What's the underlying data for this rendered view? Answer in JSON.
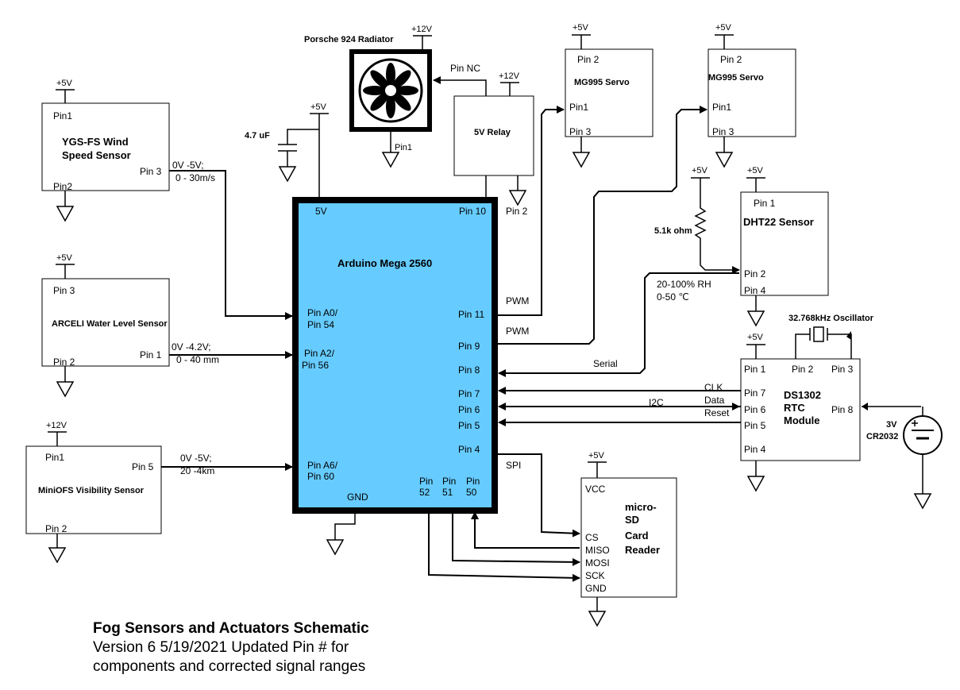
{
  "title": "Fog Sensors and Actuators Schematic",
  "subtitle_lines": [
    "Version 6 5/19/2021 Updated Pin # for",
    "components and corrected signal ranges"
  ],
  "power": {
    "p5v": "+5V",
    "p12v": "+12V"
  },
  "arduino": {
    "name": "Arduino Mega 2560",
    "pin_5v": "5V",
    "pin_10": "Pin 10",
    "pin_a0": "Pin A0/",
    "pin_a0b": "Pin 54",
    "pin_a2": "Pin A2/",
    "pin_a2b": "Pin 56",
    "pin_a6": "Pin A6/",
    "pin_a6b": "Pin 60",
    "pin_11": "Pin 11",
    "pin_9": "Pin 9",
    "pin_8": "Pin 8",
    "pin_7": "Pin 7",
    "pin_6": "Pin 6",
    "pin_5": "Pin 5",
    "pin_4": "Pin 4",
    "pin_52": "Pin",
    "pin_52b": "52",
    "pin_51": "Pin",
    "pin_51b": "51",
    "pin_50": "Pin",
    "pin_50b": "50",
    "gnd": "GND",
    "fill": "#66ccff"
  },
  "wind": {
    "name1": "YGS-FS Wind",
    "name2": "Speed Sensor",
    "pin1": "Pin1",
    "pin2": "Pin2",
    "pin3": "Pin 3",
    "range1": "0V -5V;",
    "range2": "0 - 30m/s"
  },
  "water": {
    "name": "ARCELI Water Level Sensor",
    "pin3": "Pin 3",
    "pin1": "Pin 1",
    "pin2": "Pin 2",
    "range1": "0V -4.2V;",
    "range2": "0 - 40 mm"
  },
  "visibility": {
    "name": "MiniOFS Visibility Sensor",
    "pin1": "Pin1",
    "pin5": "Pin 5",
    "pin2": "Pin 2",
    "range1": "0V -5V;",
    "range2": "20 -4km"
  },
  "cap": "4.7 uF",
  "radiator": {
    "name": "Porsche 924 Radiator",
    "pin1": "Pin1"
  },
  "relay": {
    "name": "5V Relay",
    "pin_nc": "Pin NC",
    "pin2": "Pin 2"
  },
  "servo1": {
    "name": "MG995 Servo",
    "pin2": "Pin 2",
    "pin1": "Pin1",
    "pin3": "Pin 3"
  },
  "servo2": {
    "name": "MG995 Servo",
    "pin2": "Pin 2",
    "pin1": "Pin1",
    "pin3": "Pin 3"
  },
  "pwm": "PWM",
  "resistor": "5.1k ohm",
  "dht": {
    "name": "DHT22 Sensor",
    "pin1": "Pin 1",
    "pin2": "Pin 2",
    "pin4": "Pin 4",
    "range1": "20-100% RH",
    "range2": "0-50 ℃"
  },
  "serial": "Serial",
  "oscillator": "32.768kHz Oscillator",
  "rtc": {
    "name1": "DS1302",
    "name2": "RTC",
    "name3": "Module",
    "pin1": "Pin 1",
    "pin2": "Pin 2",
    "pin3": "Pin 3",
    "pin7": "Pin 7",
    "pin6": "Pin 6",
    "pin5": "Pin 5",
    "pin4": "Pin 4",
    "pin8": "Pin 8",
    "clk": "CLK",
    "data": "Data",
    "reset": "Reset",
    "i2c": "I2C"
  },
  "battery": {
    "v": "3V",
    "name": "CR2032"
  },
  "sd": {
    "name1": "micro-",
    "name2": "SD",
    "name3": "Card",
    "name4": "Reader",
    "vcc": "VCC",
    "cs": "CS",
    "miso": "MISO",
    "mosi": "MOSI",
    "sck": "SCK",
    "gnd": "GND",
    "spi": "SPI"
  }
}
